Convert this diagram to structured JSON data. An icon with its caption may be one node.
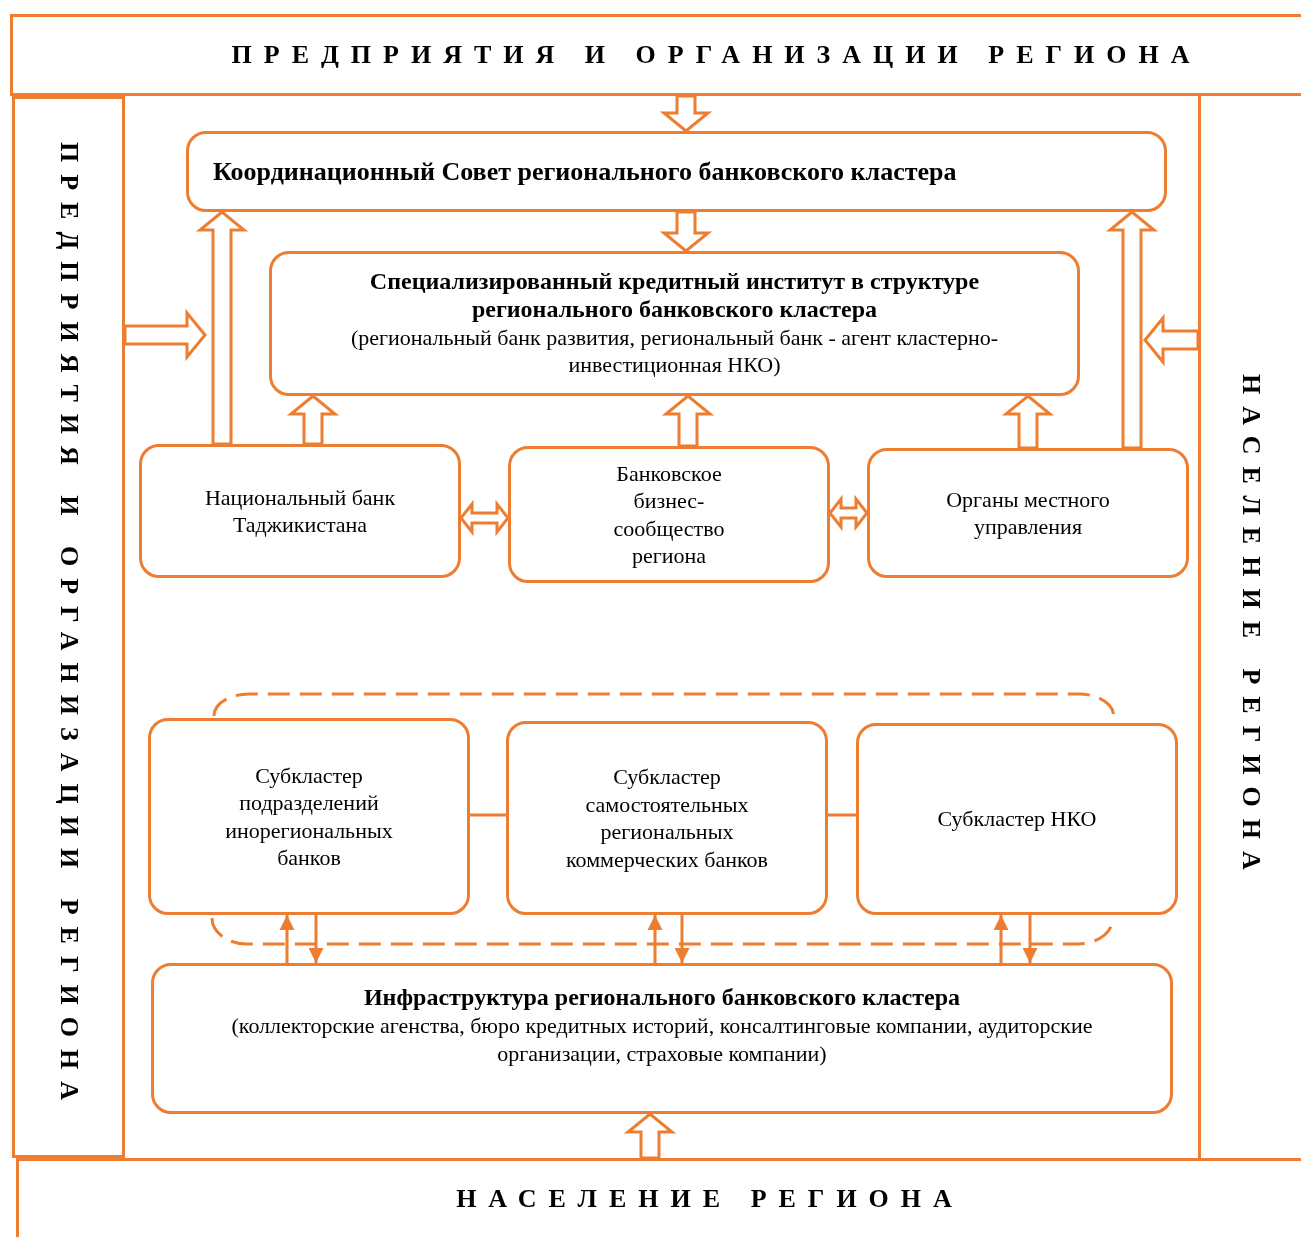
{
  "diagram": {
    "nodes": [
      {
        "text": [
          "ПРЕДПРИЯТИЯ И ОРГАНИЗАЦИИ РЕГИОНА"
        ]
      },
      {
        "text": [
          "ПРЕДПРИЯТИЯ И ОРГАНИЗАЦИИ РЕГИОНА"
        ]
      },
      {
        "text": [
          "НАСЕЛЕНИЕ РЕГИОНА"
        ]
      },
      {
        "text": [
          "НАСЕЛЕНИЕ РЕГИОНА"
        ]
      },
      {
        "text": [
          "Координационный Совет регионального банковского кластера"
        ]
      },
      {
        "text": [
          "Специализированный кредитный институт в структуре регионального банковского кластера",
          "(региональный банк развития, региональный банк - агент кластерно-инвестиционная НКО)"
        ]
      },
      {
        "text": [
          "Национальный банк Таджикистана"
        ]
      },
      {
        "text": [
          "Банковское бизнес-сообщество региона"
        ]
      },
      {
        "text": [
          "Органы местного управления"
        ]
      },
      {
        "text": [
          "Субкластер подразделений инорегиональных банков"
        ]
      },
      {
        "text": [
          "Субкластер самостоятельных региональных коммерческих банков"
        ]
      },
      {
        "text": [
          "Субкластер НКО"
        ]
      },
      {
        "text": [
          "Инфраструктура регионального банковского кластера",
          "(коллекторские агенства, бюро кредитных историй, консалтинговые компании, аудиторские организации, страховые компании)"
        ]
      }
    ],
    "edges": [
      {
        "from": 0,
        "to": 4,
        "arrow": "to",
        "style": "thick"
      },
      {
        "from": 4,
        "to": 5,
        "arrow": "to",
        "style": "thick"
      },
      {
        "from": 1,
        "to": null,
        "arrow": "to",
        "style": "thick"
      },
      {
        "from": 2,
        "to": null,
        "arrow": "to",
        "style": "thick"
      },
      {
        "from": 6,
        "to": 4,
        "arrow": "to",
        "style": "thick"
      },
      {
        "from": 8,
        "to": 4,
        "arrow": "to",
        "style": "thick"
      },
      {
        "from": 6,
        "to": 5,
        "arrow": "to",
        "style": "thick"
      },
      {
        "from": 7,
        "to": 5,
        "arrow": "to",
        "style": "thick"
      },
      {
        "from": 8,
        "to": 5,
        "arrow": "to",
        "style": "thick"
      },
      {
        "from": 6,
        "to": 7,
        "arrow": "both",
        "style": "thick"
      },
      {
        "from": 7,
        "to": 8,
        "arrow": "both",
        "style": "thick"
      },
      {
        "from": 9,
        "to": 10,
        "arrow": "none"
      },
      {
        "from": 10,
        "to": 11,
        "arrow": "none"
      },
      {
        "from": 12,
        "to": 9,
        "arrow": "to"
      },
      {
        "from": 9,
        "to": 12,
        "arrow": "to"
      },
      {
        "from": 12,
        "to": 10,
        "arrow": "to"
      },
      {
        "from": 10,
        "to": 12,
        "arrow": "to"
      },
      {
        "from": 12,
        "to": 11,
        "arrow": "to"
      },
      {
        "from": 11,
        "to": 12,
        "arrow": "to"
      },
      {
        "from": 3,
        "to": 12,
        "arrow": "to",
        "style": "thick"
      }
    ]
  }
}
